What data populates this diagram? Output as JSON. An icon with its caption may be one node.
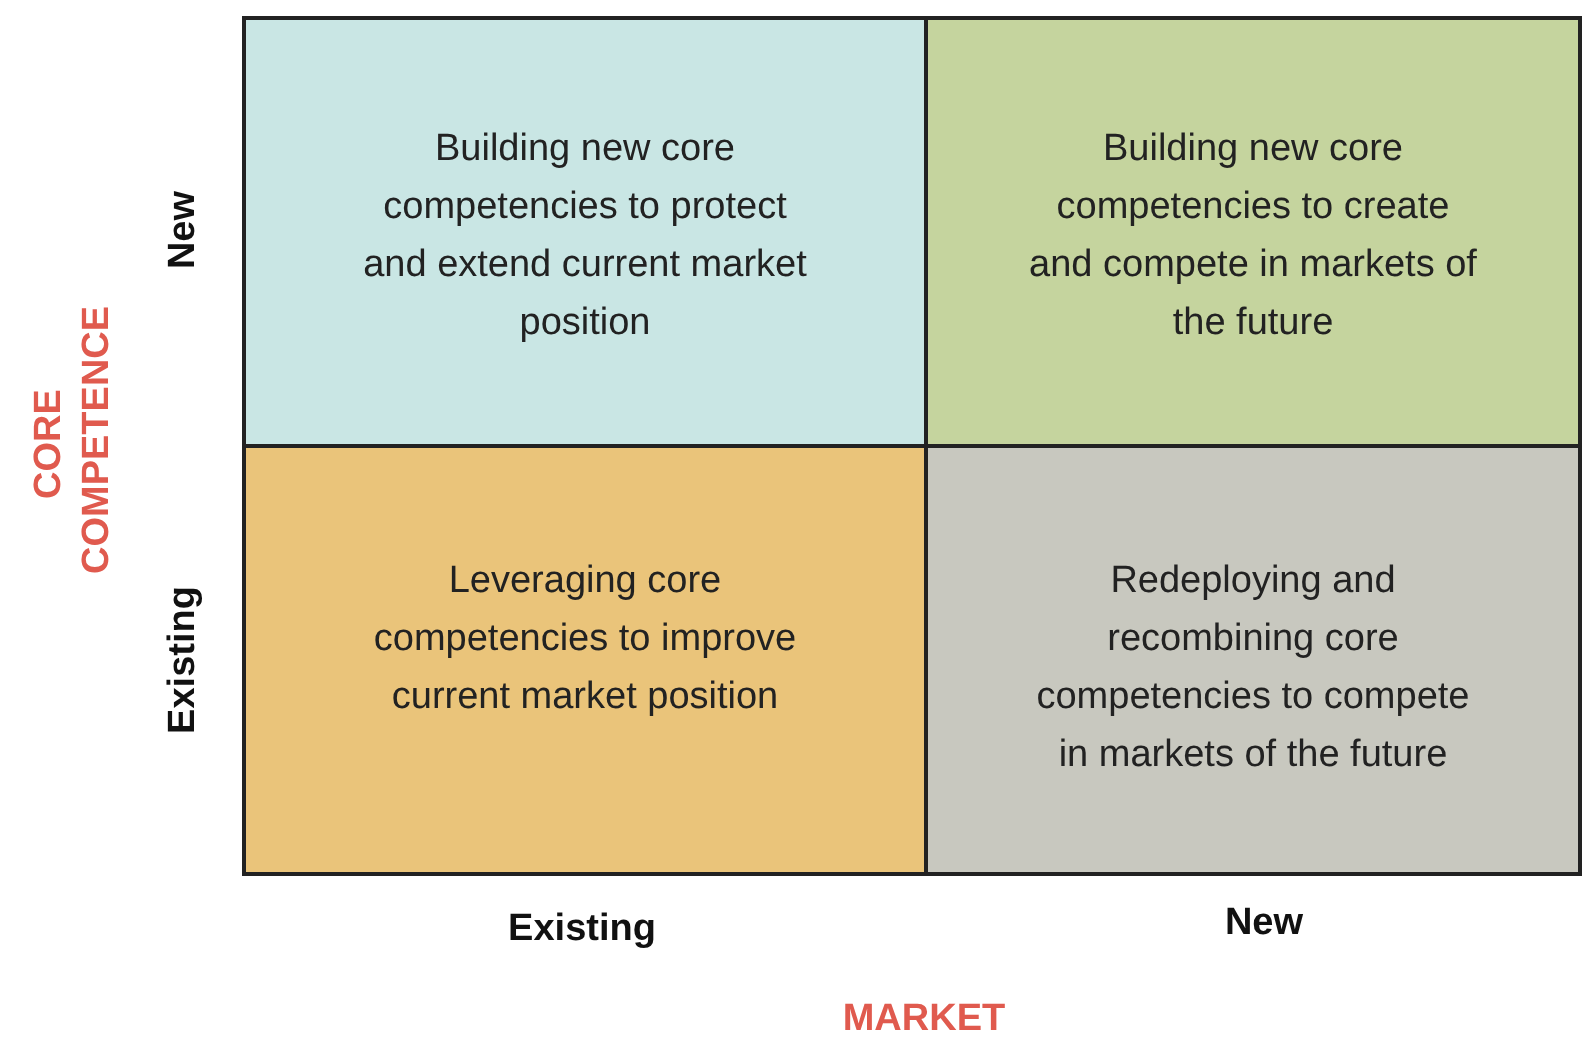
{
  "diagram": {
    "nodes": [
      {
        "text": [
          "Building new core competencies to protect and extend current market position"
        ]
      },
      {
        "text": [
          "Building new core competencies to create and compete in markets of the future"
        ]
      },
      {
        "text": [
          "Leveraging core competencies to improve current market position"
        ]
      },
      {
        "text": [
          "Redeploying and recombining core competencies to compete in markets of the future"
        ]
      }
    ],
    "edges": [],
    "labels": [
      "New",
      "Existing",
      "CORE COMPETENCE",
      "Existing",
      "New",
      "MARKET"
    ]
  }
}
